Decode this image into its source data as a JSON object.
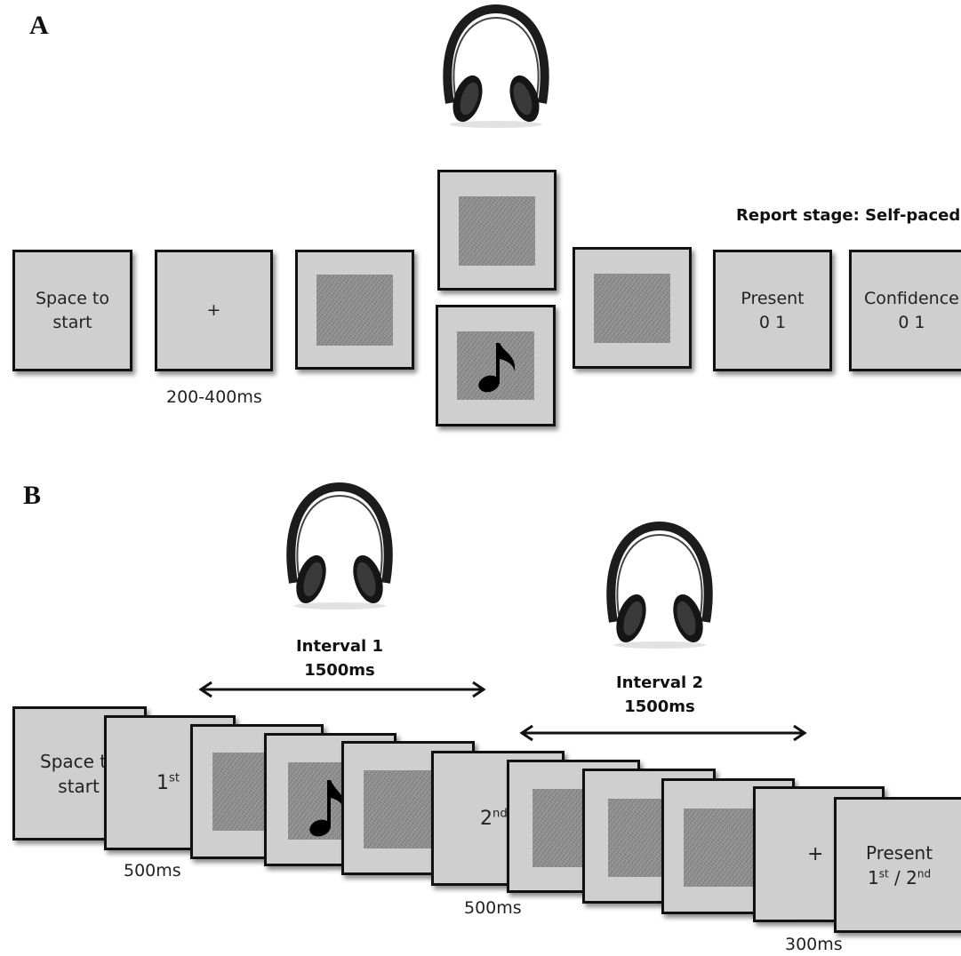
{
  "panel_a": {
    "letter": "A",
    "report_stage": "Report stage: Self-paced",
    "screens": {
      "start": {
        "line1": "Space to",
        "line2": "start"
      },
      "fixation": "+",
      "present": {
        "line1": "Present",
        "line2": "0 1"
      },
      "confidence": {
        "line1": "Confidence",
        "line2": "0 1"
      }
    },
    "timing": "200-400ms",
    "icons": [
      "headphones-icon",
      "music-note-icon",
      "noise-patch"
    ]
  },
  "panel_b": {
    "letter": "B",
    "interval1": {
      "title": "Interval 1",
      "duration": "1500ms"
    },
    "interval2": {
      "title": "Interval 2",
      "duration": "1500ms"
    },
    "screens": {
      "start": {
        "line1": "Space t",
        "line2": "start"
      },
      "first": {
        "base": "1",
        "sup": "st"
      },
      "second": {
        "base": "2",
        "sup": "nd"
      },
      "fixation": "+",
      "present": {
        "line1": "Present",
        "b1": "1",
        "s1": "st",
        "sep": " / ",
        "b2": "2",
        "s2": "nd"
      }
    },
    "timings": {
      "t1": "500ms",
      "t2": "500ms",
      "t3": "300ms"
    }
  }
}
